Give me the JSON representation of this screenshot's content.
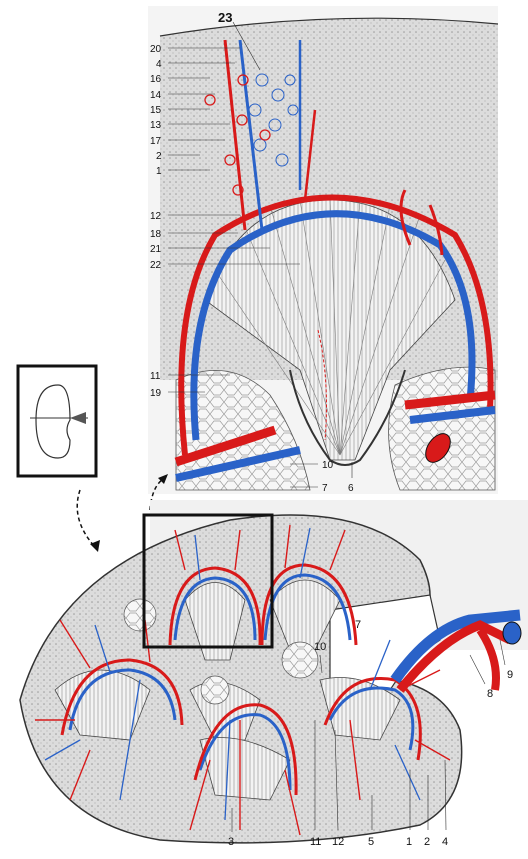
{
  "top_callouts": [
    {
      "id": "l20",
      "text": "20"
    },
    {
      "id": "l4",
      "text": "4"
    },
    {
      "id": "l16",
      "text": "16"
    },
    {
      "id": "l14",
      "text": "14"
    },
    {
      "id": "l15",
      "text": "15"
    },
    {
      "id": "l13",
      "text": "13"
    },
    {
      "id": "l17",
      "text": "17"
    },
    {
      "id": "l2",
      "text": "2"
    },
    {
      "id": "l1",
      "text": "1"
    },
    {
      "id": "l12",
      "text": "12"
    },
    {
      "id": "l18",
      "text": "18"
    },
    {
      "id": "l21",
      "text": "21"
    },
    {
      "id": "l22",
      "text": "22"
    },
    {
      "id": "l11",
      "text": "11"
    },
    {
      "id": "l19",
      "text": "19"
    },
    {
      "id": "l10",
      "text": "10"
    },
    {
      "id": "l7",
      "text": "7"
    },
    {
      "id": "l6",
      "text": "6"
    }
  ],
  "top_title_number": "23",
  "bottom_callouts": [
    {
      "id": "b7",
      "text": "7"
    },
    {
      "id": "b9",
      "text": "9"
    },
    {
      "id": "b8",
      "text": "8"
    },
    {
      "id": "b10",
      "text": "10"
    },
    {
      "id": "b3",
      "text": "3"
    },
    {
      "id": "b11",
      "text": "11"
    },
    {
      "id": "b12",
      "text": "12"
    },
    {
      "id": "b5",
      "text": "5"
    },
    {
      "id": "b1",
      "text": "1"
    },
    {
      "id": "b2",
      "text": "2"
    },
    {
      "id": "b4",
      "text": "4"
    }
  ],
  "colors": {
    "artery": "#d81a1a",
    "vein": "#2a62c8",
    "cortex": "#d8d8d8",
    "medulla": "#efefef",
    "outline": "#222222"
  }
}
